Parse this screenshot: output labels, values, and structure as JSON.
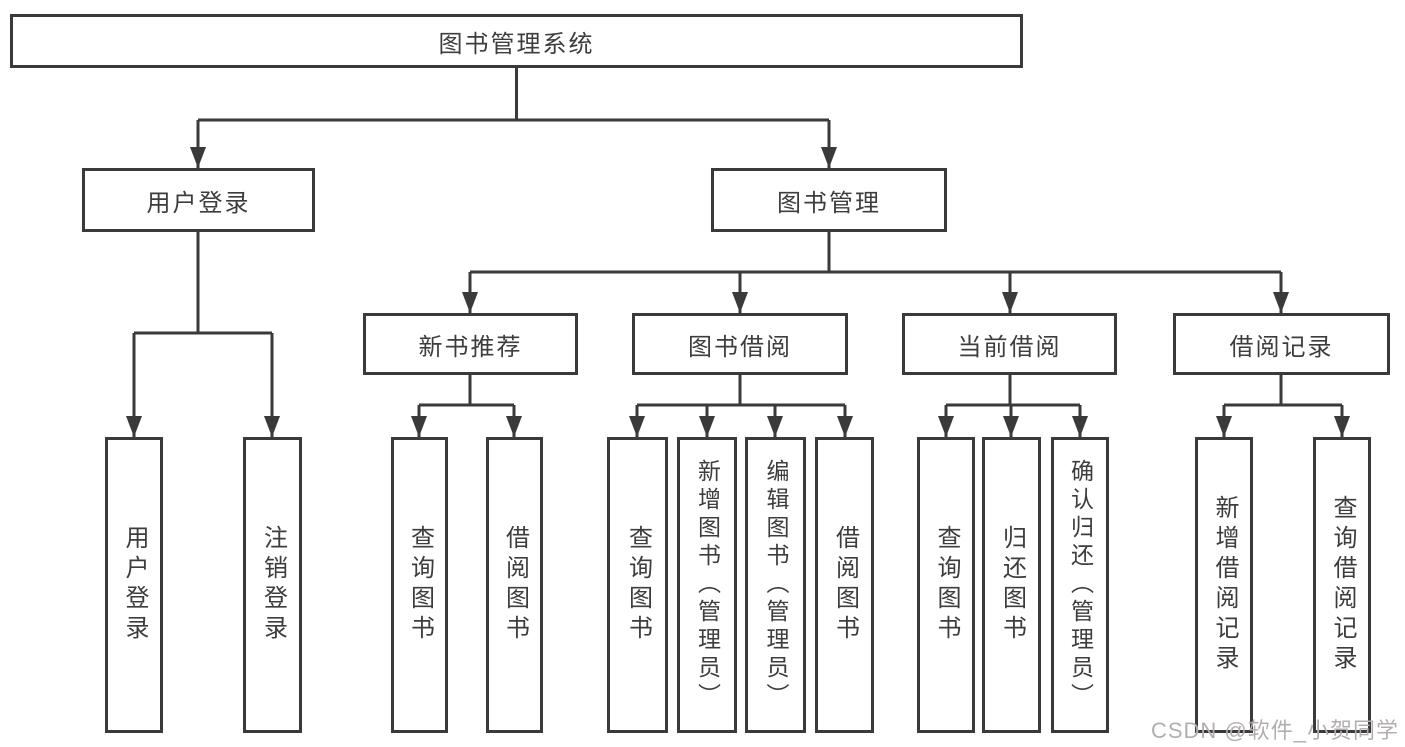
{
  "colors": {
    "line": "#3a3a3a",
    "text": "#3d3d3d",
    "background": "#ffffff",
    "watermark": "#b3aeae"
  },
  "nodes": {
    "root": "图书管理系统",
    "user_login": "用户登录",
    "book_management": "图书管理",
    "new_book_recommend": "新书推荐",
    "book_borrowing": "图书借阅",
    "current_borrowing": "当前借阅",
    "borrowing_records": "借阅记录",
    "leaf_user_login": "用户登录",
    "leaf_logout": "注销登录",
    "leaf_query_books_recommend": "查询图书",
    "leaf_borrow_books_recommend": "借阅图书",
    "leaf_query_books_borrowing": "查询图书",
    "leaf_add_books_admin": "新增图书（管理员）",
    "leaf_edit_books_admin": "编辑图书（管理员）",
    "leaf_borrow_books_borrowing": "借阅图书",
    "leaf_query_books_current": "查询图书",
    "leaf_return_books": "归还图书",
    "leaf_confirm_return_admin": "确认归还（管理员）",
    "leaf_add_borrow_record": "新增借阅记录",
    "leaf_query_borrow_record": "查询借阅记录"
  },
  "watermark": "CSDN @软件_小贺同学"
}
